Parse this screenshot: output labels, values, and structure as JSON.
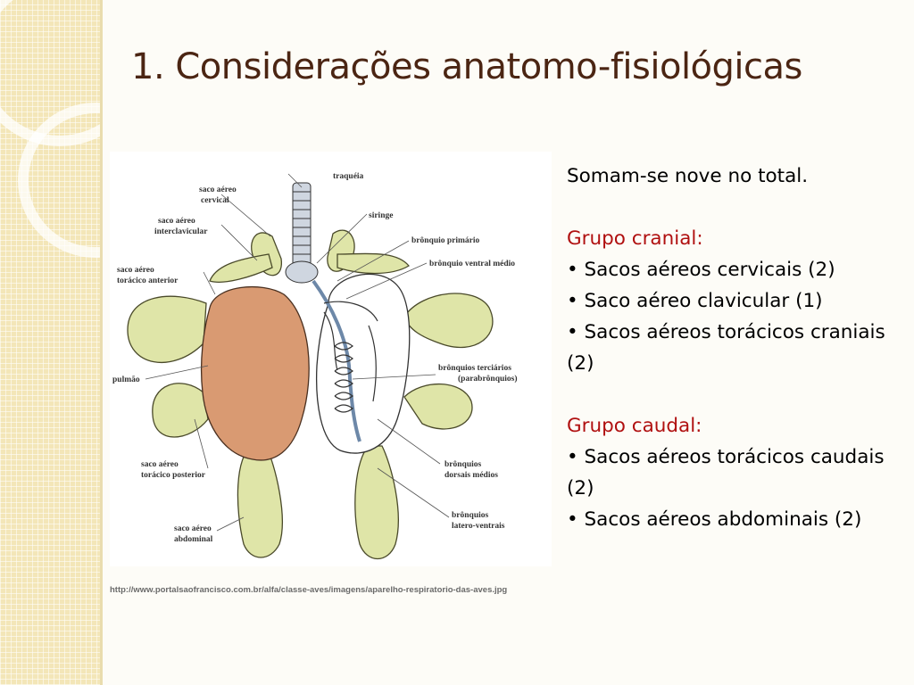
{
  "slide": {
    "title": "1. Considerações anatomo-fisiológicas",
    "caption": "http://www.portalsaofrancisco.com.br/alfa/classe-aves/imagens/aparelho-respiratorio-das-aves.jpg"
  },
  "figure": {
    "labels": {
      "traqueia": "traquéia",
      "saco_cervical_1": "saco aéreo",
      "saco_cervical_2": "cervical",
      "siringe": "siringe",
      "saco_interclavicular_1": "saco aéreo",
      "saco_interclavicular_2": "interclavicular",
      "bronquio_primario": "brônquio primário",
      "bronquio_ventral": "brônquio ventral médio",
      "saco_toracico_anterior_1": "saco aéreo",
      "saco_toracico_anterior_2": "torácico anterior",
      "pulmao": "pulmão",
      "bronquios_terciarios_1": "brônquios terciários",
      "bronquios_terciarios_2": "(parabrônquios)",
      "saco_toracico_posterior_1": "saco aéreo",
      "saco_toracico_posterior_2": "torácico posterior",
      "bronquios_dorsais_1": "brônquios",
      "bronquios_dorsais_2": "dorsais médios",
      "bronquios_latero_1": "brônquios",
      "bronquios_latero_2": "latero-ventrais",
      "saco_abdominal_1": "saco aéreo",
      "saco_abdominal_2": "abdominal"
    },
    "colors": {
      "lung": "#d99a72",
      "air_sac": "#dfe5a8",
      "air_sac_outline": "#4a4a2a"
    }
  },
  "content": {
    "intro": "Somam-se nove no total.",
    "groups": [
      {
        "heading": "Grupo cranial:",
        "items": [
          "• Sacos aéreos cervicais (2)",
          "• Saco aéreo clavicular (1)",
          "• Sacos aéreos torácicos craniais (2)"
        ]
      },
      {
        "heading": "Grupo caudal:",
        "items": [
          "• Sacos aéreos torácicos caudais (2)",
          "• Sacos aéreos abdominais (2)"
        ]
      }
    ],
    "heading_color": "#b01010"
  }
}
